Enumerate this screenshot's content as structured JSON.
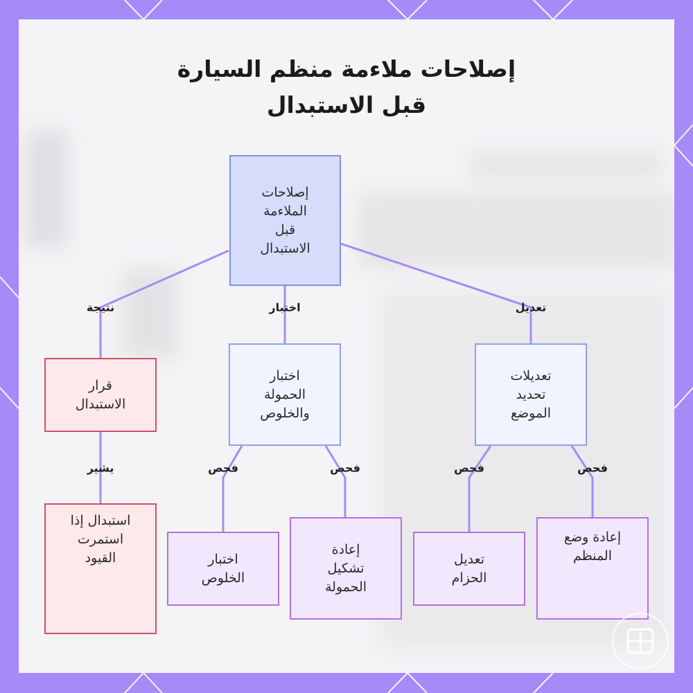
{
  "title": {
    "line1": "إصلاحات ملاءمة منظم السيارة",
    "line2": "قبل الاستبدال"
  },
  "nodes": {
    "root": [
      "إصلاحات",
      "الملاءمة",
      "قبل",
      "الاستبدال"
    ],
    "decision": [
      "قرار",
      "الاستبدال"
    ],
    "test": [
      "اختبار",
      "الحمولة",
      "والخلوص"
    ],
    "adjust": [
      "تعديلات",
      "تحديد",
      "الموضع"
    ],
    "replace_if": [
      "استبدال إذا",
      "استمرت",
      "القيود"
    ],
    "clearance_test": [
      "اختبار",
      "الخلوص"
    ],
    "reshape": [
      "إعادة",
      "تشكيل",
      "الحمولة"
    ],
    "belt": [
      "تعديل",
      "الحزام"
    ],
    "reposition": [
      "إعادة وضع",
      "المنظم"
    ]
  },
  "edges": {
    "result": "نتيجة",
    "test": "اختبار",
    "modify": "تعديل",
    "indicates": "يشير",
    "check": "فحص"
  },
  "colors": {
    "frame": "#a58af8",
    "root_fill": "#d7dcfb",
    "blue_border": "#8ea0ea",
    "red_fill": "#fde8ec",
    "red_border": "#d34f63",
    "violet_fill": "#f2e8fd",
    "violet_border": "#b46fe0",
    "connector": "#a98af0"
  },
  "icons": {
    "badge": "grid-logo-icon"
  }
}
